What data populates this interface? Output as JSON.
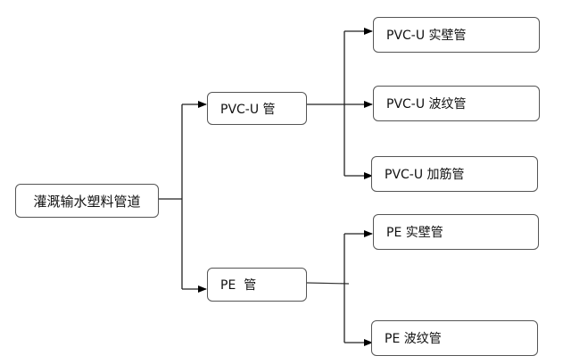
{
  "diagram": {
    "type": "tree",
    "root": {
      "label": "灌溉输水塑料管道"
    },
    "branches": [
      {
        "label": "PVC-U 管",
        "children": [
          {
            "label": "PVC-U 实壁管"
          },
          {
            "label": "PVC-U 波纹管"
          },
          {
            "label": "PVC-U 加筋管"
          }
        ]
      },
      {
        "label": "PE  管",
        "children": [
          {
            "label": "PE 实壁管"
          },
          {
            "label": "PE 波纹管"
          }
        ]
      }
    ]
  },
  "colors": {
    "line": "#000000",
    "border": "#555555",
    "text": "#111111"
  }
}
